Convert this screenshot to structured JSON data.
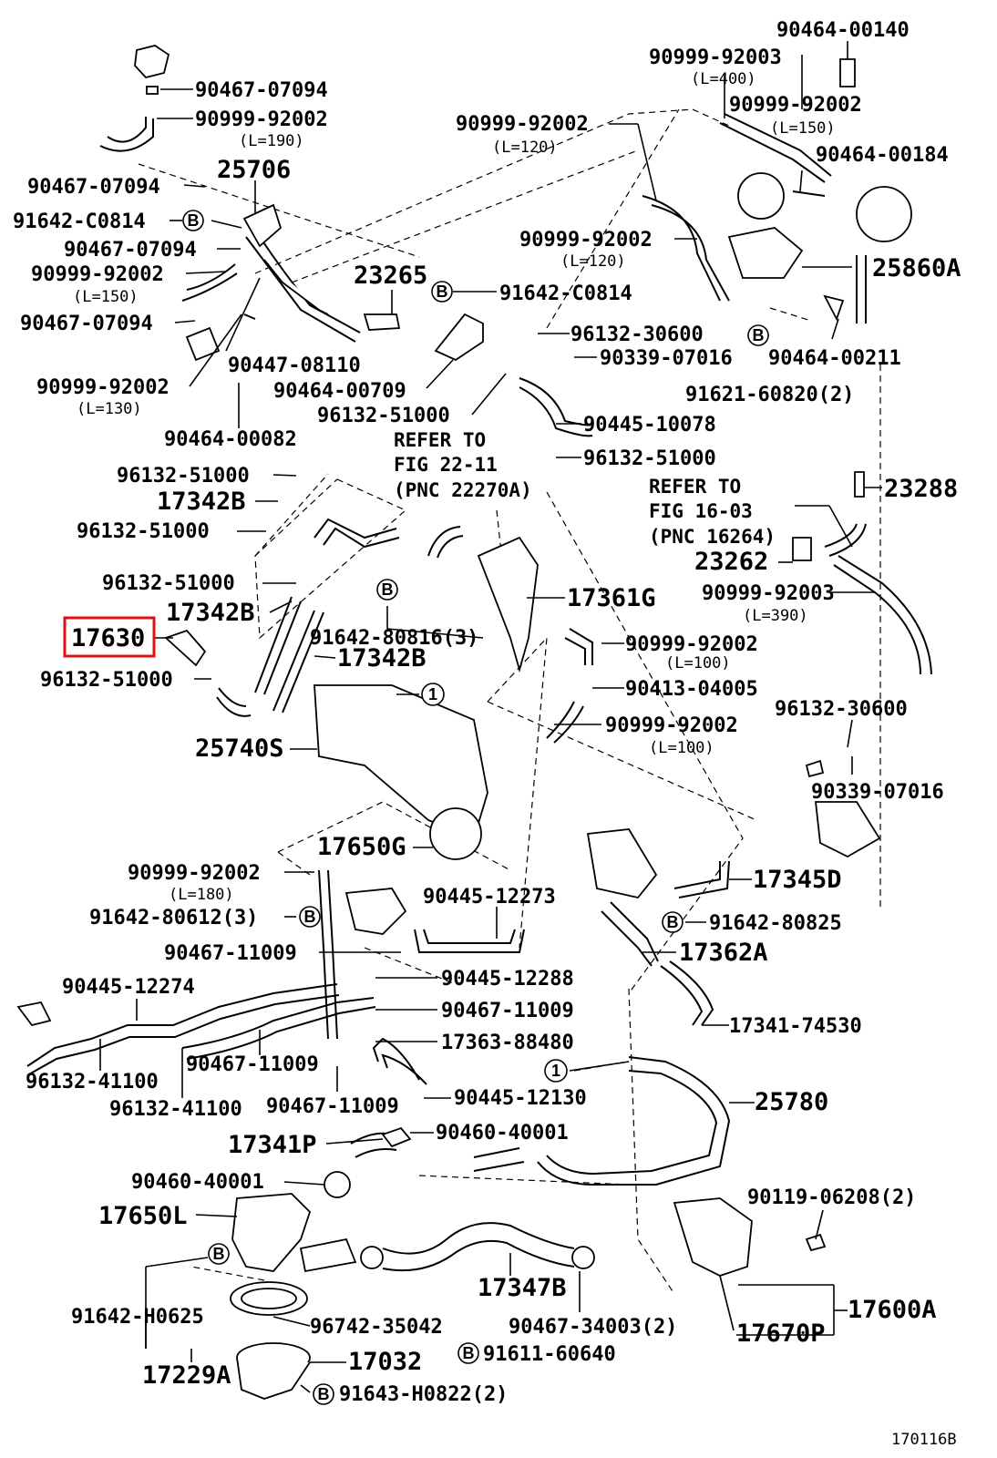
{
  "diagram": {
    "figure_code": "170116B",
    "highlighted_part": "17630",
    "highlight_color": "#e01010",
    "labels": [
      {
        "id": "l1",
        "text": "90464-00140",
        "kind": "pn"
      },
      {
        "id": "l2",
        "text": "90999-92003",
        "kind": "pn"
      },
      {
        "id": "l3",
        "text": "(L=400)",
        "kind": "len"
      },
      {
        "id": "l4",
        "text": "90999-92002",
        "kind": "pn"
      },
      {
        "id": "l5",
        "text": "(L=150)",
        "kind": "len"
      },
      {
        "id": "l6",
        "text": "90464-00184",
        "kind": "pn"
      },
      {
        "id": "l7",
        "text": "90467-07094",
        "kind": "pn"
      },
      {
        "id": "l8",
        "text": "90999-92002",
        "kind": "pn"
      },
      {
        "id": "l9",
        "text": "(L=190)",
        "kind": "len"
      },
      {
        "id": "l10",
        "text": "90999-92002",
        "kind": "pn"
      },
      {
        "id": "l11",
        "text": "(L=120)",
        "kind": "len"
      },
      {
        "id": "l12",
        "text": "25706",
        "kind": "big"
      },
      {
        "id": "l13",
        "text": "90467-07094",
        "kind": "pn"
      },
      {
        "id": "l14",
        "text": "91642-C0814",
        "kind": "pn"
      },
      {
        "id": "l15",
        "text": "90467-07094",
        "kind": "pn"
      },
      {
        "id": "l16",
        "text": "90999-92002",
        "kind": "pn"
      },
      {
        "id": "l17",
        "text": "(L=120)",
        "kind": "len"
      },
      {
        "id": "l18",
        "text": "25860A",
        "kind": "big"
      },
      {
        "id": "l19",
        "text": "90999-92002",
        "kind": "pn"
      },
      {
        "id": "l20",
        "text": "(L=150)",
        "kind": "len"
      },
      {
        "id": "l21",
        "text": "23265",
        "kind": "big"
      },
      {
        "id": "l22",
        "text": "91642-C0814",
        "kind": "pn"
      },
      {
        "id": "l23",
        "text": "90467-07094",
        "kind": "pn"
      },
      {
        "id": "l24",
        "text": "96132-30600",
        "kind": "pn"
      },
      {
        "id": "l25",
        "text": "90339-07016",
        "kind": "pn"
      },
      {
        "id": "l26",
        "text": "90464-00211",
        "kind": "pn"
      },
      {
        "id": "l27",
        "text": "90447-08110",
        "kind": "pn"
      },
      {
        "id": "l28",
        "text": "90999-92002",
        "kind": "pn"
      },
      {
        "id": "l29",
        "text": "(L=130)",
        "kind": "len"
      },
      {
        "id": "l30",
        "text": "90464-00709",
        "kind": "pn"
      },
      {
        "id": "l31",
        "text": "91621-60820(2)",
        "kind": "pn"
      },
      {
        "id": "l32",
        "text": "96132-51000",
        "kind": "pn"
      },
      {
        "id": "l33",
        "text": "90445-10078",
        "kind": "pn"
      },
      {
        "id": "l34",
        "text": "90464-00082",
        "kind": "pn"
      },
      {
        "id": "l35",
        "text": "REFER TO",
        "kind": "note"
      },
      {
        "id": "l36",
        "text": "FIG 22-11",
        "kind": "note"
      },
      {
        "id": "l37",
        "text": "(PNC 22270A)",
        "kind": "note"
      },
      {
        "id": "l38",
        "text": "96132-51000",
        "kind": "pn"
      },
      {
        "id": "l39",
        "text": "96132-51000",
        "kind": "pn"
      },
      {
        "id": "l40",
        "text": "17342B",
        "kind": "big"
      },
      {
        "id": "l41",
        "text": "REFER TO",
        "kind": "note"
      },
      {
        "id": "l42",
        "text": "FIG 16-03",
        "kind": "note"
      },
      {
        "id": "l43",
        "text": "(PNC 16264)",
        "kind": "note"
      },
      {
        "id": "l44",
        "text": "23288",
        "kind": "big"
      },
      {
        "id": "l45",
        "text": "96132-51000",
        "kind": "pn"
      },
      {
        "id": "l46",
        "text": "23262",
        "kind": "big"
      },
      {
        "id": "l47",
        "text": "90999-92003",
        "kind": "pn"
      },
      {
        "id": "l48",
        "text": "(L=390)",
        "kind": "len"
      },
      {
        "id": "l49",
        "text": "96132-51000",
        "kind": "pn"
      },
      {
        "id": "l50",
        "text": "17361G",
        "kind": "big"
      },
      {
        "id": "l51",
        "text": "17342B",
        "kind": "big"
      },
      {
        "id": "l52",
        "text": "17630",
        "kind": "big"
      },
      {
        "id": "l53",
        "text": "91642-80816(3)",
        "kind": "pn"
      },
      {
        "id": "l54",
        "text": "17342B",
        "kind": "big"
      },
      {
        "id": "l55",
        "text": "90999-92002",
        "kind": "pn"
      },
      {
        "id": "l56",
        "text": "(L=100)",
        "kind": "len"
      },
      {
        "id": "l57",
        "text": "96132-51000",
        "kind": "pn"
      },
      {
        "id": "l58",
        "text": "90413-04005",
        "kind": "pn"
      },
      {
        "id": "l59",
        "text": "96132-30600",
        "kind": "pn"
      },
      {
        "id": "l60",
        "text": "90999-92002",
        "kind": "pn"
      },
      {
        "id": "l61",
        "text": "(L=100)",
        "kind": "len"
      },
      {
        "id": "l62",
        "text": "25740S",
        "kind": "big"
      },
      {
        "id": "l63",
        "text": "90339-07016",
        "kind": "pn"
      },
      {
        "id": "l64",
        "text": "17650G",
        "kind": "big"
      },
      {
        "id": "l65",
        "text": "90999-92002",
        "kind": "pn"
      },
      {
        "id": "l66",
        "text": "(L=180)",
        "kind": "len"
      },
      {
        "id": "l67",
        "text": "17345D",
        "kind": "big"
      },
      {
        "id": "l68",
        "text": "90445-12273",
        "kind": "pn"
      },
      {
        "id": "l69",
        "text": "91642-80612(3)",
        "kind": "pn"
      },
      {
        "id": "l70",
        "text": "91642-80825",
        "kind": "pn"
      },
      {
        "id": "l71",
        "text": "90467-11009",
        "kind": "pn"
      },
      {
        "id": "l72",
        "text": "17362A",
        "kind": "big"
      },
      {
        "id": "l73",
        "text": "90445-12274",
        "kind": "pn"
      },
      {
        "id": "l74",
        "text": "90445-12288",
        "kind": "pn"
      },
      {
        "id": "l75",
        "text": "90467-11009",
        "kind": "pn"
      },
      {
        "id": "l76",
        "text": "17341-74530",
        "kind": "pn"
      },
      {
        "id": "l77",
        "text": "17363-88480",
        "kind": "pn"
      },
      {
        "id": "l78",
        "text": "90467-11009",
        "kind": "pn"
      },
      {
        "id": "l79",
        "text": "96132-41100",
        "kind": "pn"
      },
      {
        "id": "l80",
        "text": "90445-12130",
        "kind": "pn"
      },
      {
        "id": "l81",
        "text": "96132-41100",
        "kind": "pn"
      },
      {
        "id": "l82",
        "text": "90467-11009",
        "kind": "pn"
      },
      {
        "id": "l83",
        "text": "25780",
        "kind": "big"
      },
      {
        "id": "l84",
        "text": "17341P",
        "kind": "big"
      },
      {
        "id": "l85",
        "text": "90460-40001",
        "kind": "pn"
      },
      {
        "id": "l86",
        "text": "90460-40001",
        "kind": "pn"
      },
      {
        "id": "l87",
        "text": "90119-06208(2)",
        "kind": "pn"
      },
      {
        "id": "l88",
        "text": "17650L",
        "kind": "big"
      },
      {
        "id": "l89",
        "text": "91642-H0625",
        "kind": "pn"
      },
      {
        "id": "l90",
        "text": "17347B",
        "kind": "big"
      },
      {
        "id": "l91",
        "text": "17600A",
        "kind": "big"
      },
      {
        "id": "l92",
        "text": "96742-35042",
        "kind": "pn"
      },
      {
        "id": "l93",
        "text": "90467-34003(2)",
        "kind": "pn"
      },
      {
        "id": "l94",
        "text": "17670P",
        "kind": "big"
      },
      {
        "id": "l95",
        "text": "91611-60640",
        "kind": "pn"
      },
      {
        "id": "l96",
        "text": "17032",
        "kind": "big"
      },
      {
        "id": "l97",
        "text": "17229A",
        "kind": "big"
      },
      {
        "id": "l98",
        "text": "91643-H0822(2)",
        "kind": "pn"
      },
      {
        "id": "l99",
        "text": "170116B",
        "kind": "pn"
      }
    ],
    "symbols": [
      {
        "id": "sB1",
        "text": "B"
      },
      {
        "id": "sB2",
        "text": "B"
      },
      {
        "id": "sB3",
        "text": "B"
      },
      {
        "id": "sB4",
        "text": "B"
      },
      {
        "id": "sB5",
        "text": "B"
      },
      {
        "id": "sB6",
        "text": "B"
      },
      {
        "id": "sB7",
        "text": "B"
      },
      {
        "id": "sB8",
        "text": "B"
      },
      {
        "id": "sB9",
        "text": "B"
      },
      {
        "id": "s1a",
        "text": "1"
      },
      {
        "id": "s1b",
        "text": "1"
      }
    ]
  }
}
